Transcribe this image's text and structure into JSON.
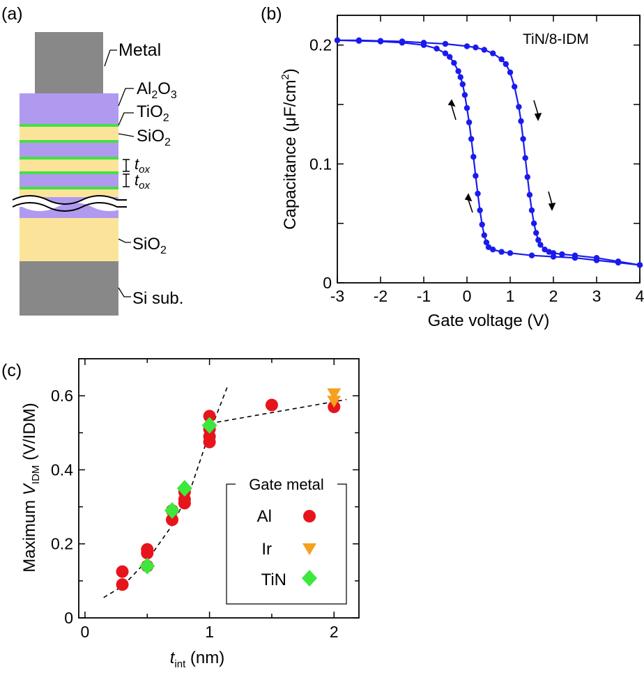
{
  "panels": {
    "a": {
      "label": "(a)"
    },
    "b": {
      "label": "(b)"
    },
    "c": {
      "label": "(c)"
    }
  },
  "stack": {
    "metal": "Metal",
    "al2o3": {
      "base": "Al",
      "sub1": "2",
      "mid": "O",
      "sub2": "3"
    },
    "tio2": {
      "base": "TiO",
      "sub": "2"
    },
    "sio2_top": {
      "base": "SiO",
      "sub": "2"
    },
    "tox1": {
      "base": "t",
      "sub": "ox"
    },
    "tox2": {
      "base": "t",
      "sub": "ox"
    },
    "sio2_bottom": {
      "base": "SiO",
      "sub": "2"
    },
    "si_sub": "Si sub.",
    "colors": {
      "metal": "#888888",
      "al2o3": "#b09af0",
      "tio2": "#44e044",
      "sio2": "#fbe49a",
      "si": "#888888"
    }
  },
  "chart_data": [
    {
      "type": "line",
      "panel": "b",
      "annotation": "TiN/8-IDM",
      "xlabel": "Gate voltage (V)",
      "ylabel": {
        "base": "Capacitance (μF/cm",
        "sup": "2",
        "end": ")"
      },
      "xlim": [
        -3,
        4
      ],
      "ylim": [
        0,
        0.225
      ],
      "xticks": [
        "-3",
        "-2",
        "-1",
        "0",
        "1",
        "2",
        "3",
        "4"
      ],
      "yticks": [
        "0",
        "0.1",
        "0.2"
      ],
      "color": "#1a1aee",
      "series": [
        {
          "direction": "forward sweep (increasing gate voltage)",
          "x": [
            -3.0,
            -2.5,
            -2.0,
            -1.5,
            -1.0,
            -0.5,
            0.0,
            0.2,
            0.4,
            0.6,
            0.8,
            0.9,
            1.0,
            1.1,
            1.2,
            1.25,
            1.3,
            1.35,
            1.4,
            1.45,
            1.5,
            1.55,
            1.6,
            1.65,
            1.7,
            1.8,
            1.9,
            2.0,
            2.2,
            2.5,
            3.0,
            3.5,
            4.0
          ],
          "y": [
            0.204,
            0.204,
            0.2035,
            0.203,
            0.202,
            0.201,
            0.199,
            0.198,
            0.196,
            0.193,
            0.188,
            0.184,
            0.177,
            0.165,
            0.148,
            0.136,
            0.121,
            0.105,
            0.089,
            0.074,
            0.061,
            0.05,
            0.042,
            0.036,
            0.032,
            0.028,
            0.026,
            0.025,
            0.024,
            0.023,
            0.021,
            0.018,
            0.015
          ]
        },
        {
          "direction": "reverse sweep (decreasing gate voltage)",
          "x": [
            4.0,
            3.5,
            3.0,
            2.5,
            2.0,
            1.5,
            1.0,
            0.8,
            0.6,
            0.5,
            0.45,
            0.4,
            0.35,
            0.3,
            0.25,
            0.2,
            0.15,
            0.1,
            0.05,
            0.0,
            -0.05,
            -0.1,
            -0.15,
            -0.2,
            -0.3,
            -0.4,
            -0.5,
            -0.7,
            -1.0,
            -1.5,
            -2.0,
            -2.5,
            -3.0
          ],
          "y": [
            0.015,
            0.017,
            0.019,
            0.021,
            0.022,
            0.023,
            0.025,
            0.026,
            0.028,
            0.03,
            0.034,
            0.04,
            0.049,
            0.061,
            0.075,
            0.09,
            0.106,
            0.121,
            0.135,
            0.147,
            0.158,
            0.167,
            0.173,
            0.178,
            0.185,
            0.19,
            0.193,
            0.197,
            0.2,
            0.202,
            0.203,
            0.2035,
            0.204
          ]
        }
      ]
    },
    {
      "type": "scatter",
      "panel": "c",
      "xlabel": {
        "italic": "t",
        "sub": "int",
        "end": " (nm)"
      },
      "ylabel": {
        "start": "Maximum ",
        "italic": "V",
        "sub": "IDM",
        "end": " (V/IDM)"
      },
      "xlim": [
        -0.05,
        2.2
      ],
      "ylim": [
        0,
        0.7
      ],
      "xticks": [
        "0",
        "1",
        "2"
      ],
      "yticks": [
        "0",
        "0.2",
        "0.4",
        "0.6"
      ],
      "legend": {
        "title": "Gate metal",
        "position": "lower-right"
      },
      "series": [
        {
          "name": "Al",
          "marker": "circle",
          "color": "#e8141c",
          "x": [
            0.3,
            0.3,
            0.5,
            0.5,
            0.5,
            0.7,
            0.7,
            0.8,
            0.8,
            0.8,
            1.0,
            1.0,
            1.0,
            1.0,
            1.5,
            2.0
          ],
          "y": [
            0.125,
            0.09,
            0.185,
            0.175,
            0.14,
            0.265,
            0.29,
            0.31,
            0.32,
            0.34,
            0.545,
            0.51,
            0.49,
            0.475,
            0.575,
            0.57
          ]
        },
        {
          "name": "Ir",
          "marker": "triangle-down",
          "color": "#f5a01e",
          "x": [
            2.0,
            2.0
          ],
          "y": [
            0.605,
            0.585
          ]
        },
        {
          "name": "TiN",
          "marker": "diamond",
          "color": "#3de83d",
          "x": [
            0.5,
            0.7,
            0.8,
            1.0
          ],
          "y": [
            0.14,
            0.29,
            0.35,
            0.52
          ]
        }
      ],
      "fit_lines": [
        {
          "style": "dashed",
          "x": [
            0.15,
            0.3,
            0.5,
            0.7,
            0.85,
            1.0,
            1.15
          ],
          "y": [
            0.055,
            0.085,
            0.155,
            0.25,
            0.35,
            0.5,
            0.63
          ]
        },
        {
          "style": "dashed",
          "x": [
            1.0,
            2.1
          ],
          "y": [
            0.525,
            0.59
          ]
        }
      ]
    }
  ]
}
